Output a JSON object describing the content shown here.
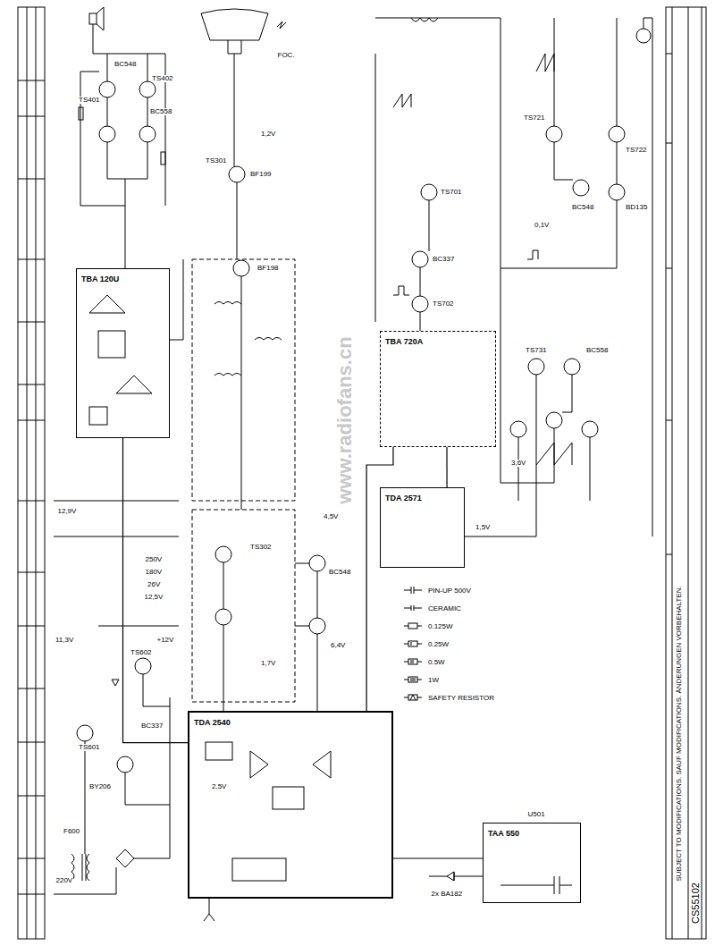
{
  "diagram": {
    "nodes": [
      {
        "text": [
          "TBA 120U"
        ]
      },
      {
        "text": [
          "TBA 720A"
        ]
      },
      {
        "text": [
          "TDA 2571"
        ]
      },
      {
        "text": [
          "TDA 2540"
        ]
      },
      {
        "text": [
          "TAA 550"
        ]
      }
    ],
    "edges": [
      {
        "from": 3,
        "to": 1,
        "arrow": "none"
      },
      {
        "from": 1,
        "to": 2,
        "arrow": "none"
      },
      {
        "from": 3,
        "to": 0,
        "arrow": "none"
      }
    ],
    "labels": [
      "www.radiofans.cn",
      "SUBJECT TO MODIFICATIONS. SAUF MODIFICATIONS. ÄNDERUNGEN VORBEHALTEN.",
      "CS55102",
      "BC548",
      "BC558",
      "TS401",
      "TS402",
      "12,9V",
      "220V",
      "F600",
      "BY206",
      "TS601",
      "BC337",
      "TS602",
      "+12V",
      "11,3V",
      "250V",
      "180V",
      "26V",
      "12,5V",
      "BF199",
      "TS301",
      "1,2V",
      "BF198",
      "TS302",
      "BC548",
      "2,5V",
      "4,5V",
      "6,4V",
      "1,7V",
      "FOC.",
      "TS701",
      "BC337",
      "TS702",
      "3,6V",
      "TS721",
      "BC548",
      "TS722",
      "BD135",
      "TS731",
      "BC558",
      "0,1V",
      "1,5V",
      "U501",
      "2x BA182"
    ],
    "legend": [
      {
        "text": "PIN-UP 500V"
      },
      {
        "text": "CERAMIC"
      },
      {
        "text": "0.125W"
      },
      {
        "text": "0.25W"
      },
      {
        "text": "0.5W"
      },
      {
        "text": "1W"
      },
      {
        "text": "SAFETY RESISTOR"
      }
    ]
  }
}
